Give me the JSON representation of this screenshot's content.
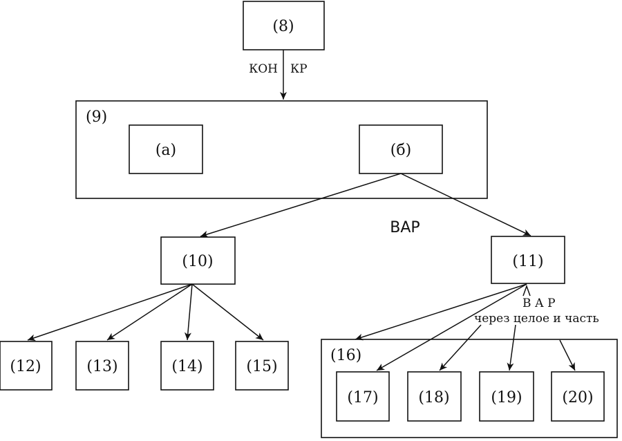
{
  "nodes": {
    "n8": "(8)",
    "n9": "(9)",
    "na": "(а)",
    "nb": "(б)",
    "n10": "(10)",
    "n11": "(11)",
    "n12": "(12)",
    "n13": "(13)",
    "n14": "(14)",
    "n15": "(15)",
    "n16": "(16)",
    "n17": "(17)",
    "n18": "(18)",
    "n19": "(19)",
    "n20": "(20)"
  },
  "edge_labels": {
    "kon": "КОН",
    "kr": "КР",
    "var_main": "ВАР",
    "var_spaced": "В А Р",
    "whole_part": "через целое и часть"
  },
  "colors": {
    "ink": "#111111",
    "background": "#ffffff"
  }
}
